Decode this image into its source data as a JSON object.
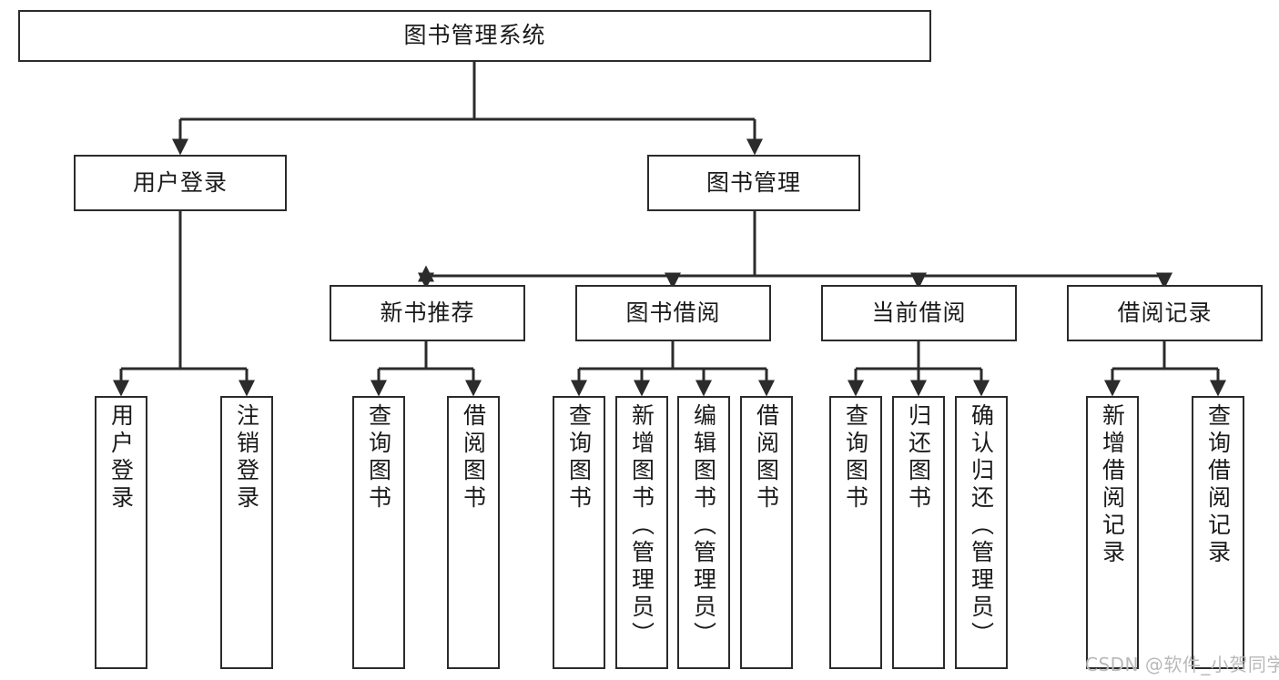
{
  "diagram": {
    "type": "tree-hierarchy-chart",
    "title": "图书管理系统",
    "orientation": "top-down",
    "line_color": "#2b2b2b",
    "box_fill": "#ffffff",
    "text_color": "#1a1a1a",
    "watermark_color": "#b9b9b9"
  },
  "watermark": {
    "text": "CSDN @软件_小贺同学"
  },
  "root": {
    "label": "图书管理系统"
  },
  "level2": [
    {
      "label": "用户登录"
    },
    {
      "label": "图书管理"
    }
  ],
  "level3": [
    {
      "label": "新书推荐"
    },
    {
      "label": "图书借阅"
    },
    {
      "label": "当前借阅"
    },
    {
      "label": "借阅记录"
    }
  ],
  "leaves": {
    "user_login": [
      {
        "label": "用户登录"
      },
      {
        "label": "注销登录"
      }
    ],
    "new_book_recommend": [
      {
        "label": "查询图书"
      },
      {
        "label": "借阅图书"
      }
    ],
    "book_borrow": [
      {
        "label": "查询图书"
      },
      {
        "label": "新增图书（管理员）"
      },
      {
        "label": "编辑图书（管理员）"
      },
      {
        "label": "借阅图书"
      }
    ],
    "current_borrow": [
      {
        "label": "查询图书"
      },
      {
        "label": "归还图书"
      },
      {
        "label": "确认归还（管理员）"
      }
    ],
    "borrow_record": [
      {
        "label": "新增借阅记录"
      },
      {
        "label": "查询借阅记录"
      }
    ]
  }
}
